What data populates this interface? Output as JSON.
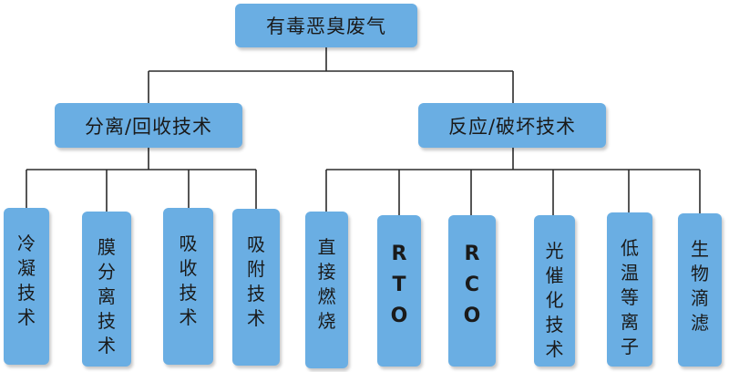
{
  "root": "有毒恶臭废气",
  "left_branch": {
    "label": "分离/回收技术",
    "children": [
      "冷凝技术",
      "膜分离技术",
      "吸收技术",
      "吸附技术"
    ]
  },
  "right_branch": {
    "label": "反应/破坏技术",
    "children": [
      "直接燃烧",
      "RTO",
      "RCO",
      "光催化技术",
      "低温等离子",
      "生物滴滤"
    ]
  },
  "colors": {
    "node_fill": "#6aaee3",
    "connector": "#2b2b2b"
  }
}
